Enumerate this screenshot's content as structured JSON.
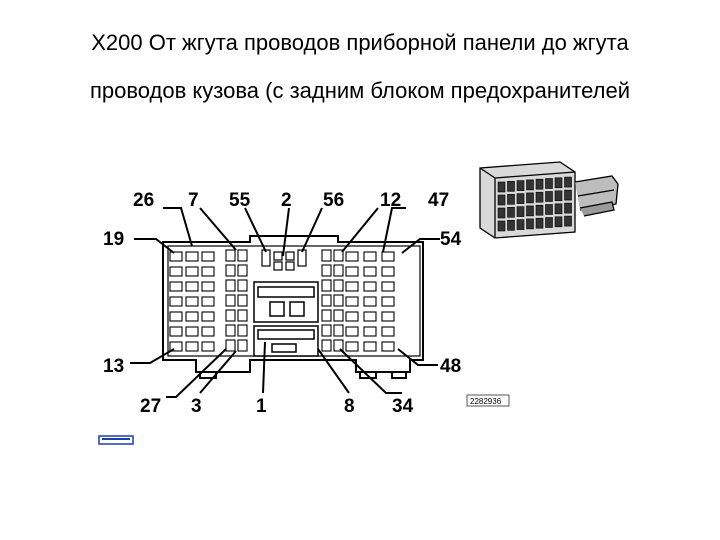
{
  "title": {
    "line1": "X200 От жгута проводов приборной панели до жгута",
    "line2": "проводов кузова (с задним блоком предохранителей"
  },
  "pins": {
    "p26": "26",
    "p7": "7",
    "p55": "55",
    "p2": "2",
    "p56": "56",
    "p12": "12",
    "p47": "47",
    "p19": "19",
    "p54": "54",
    "p13": "13",
    "p48": "48",
    "p27": "27",
    "p3": "3",
    "p1": "1",
    "p8": "8",
    "p34": "34"
  },
  "part_code": "2282936",
  "colors": {
    "line": "#000000",
    "background": "#ffffff",
    "nav_marker": "#1a3fb3"
  }
}
